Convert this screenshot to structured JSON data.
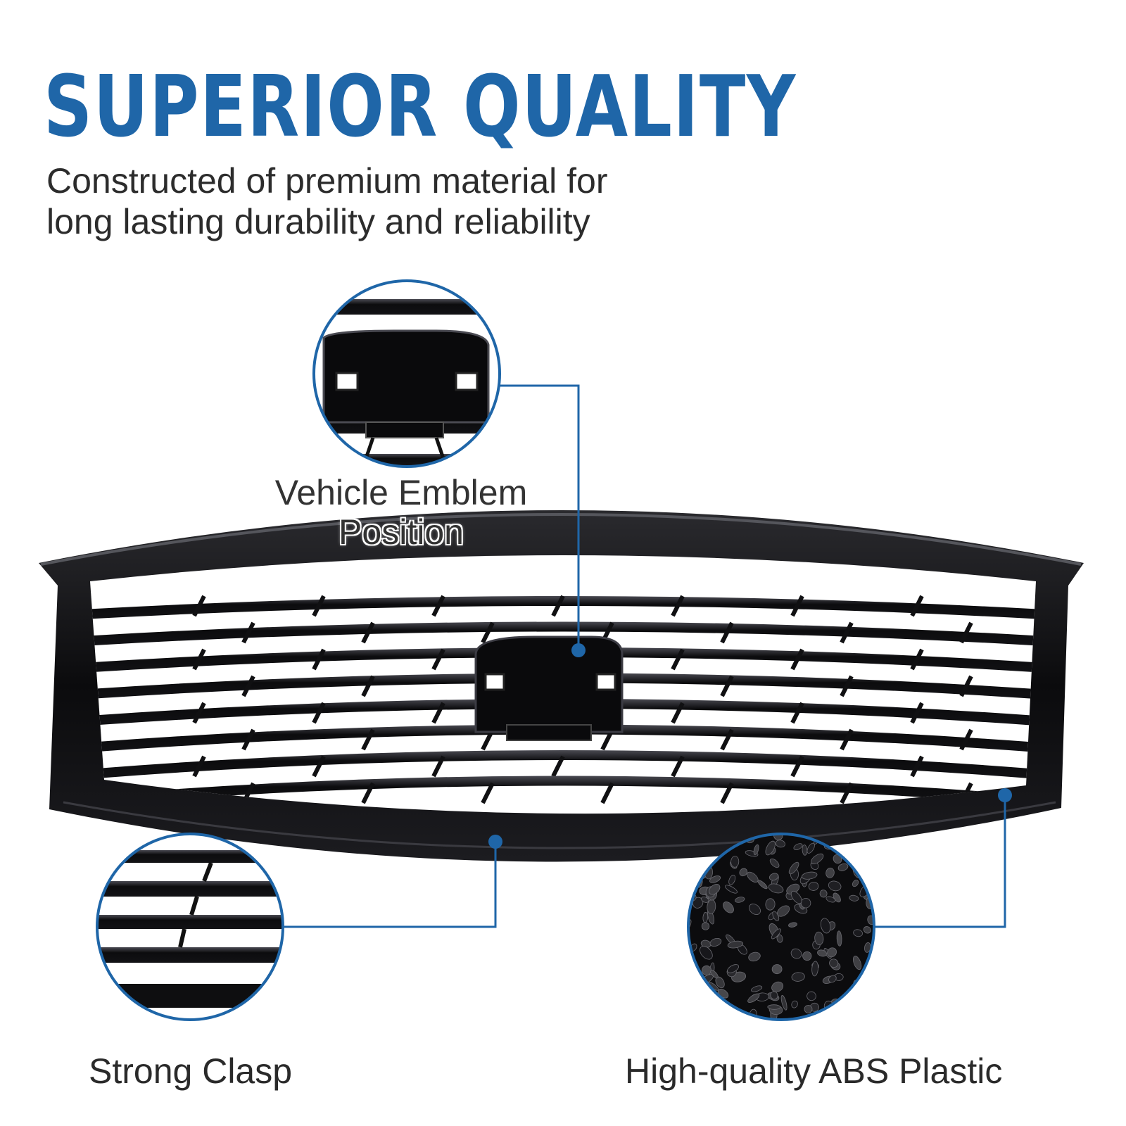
{
  "header": {
    "headline": "SUPERIOR QUALITY",
    "subtext_line1": "Constructed of premium material for",
    "subtext_line2": "long lasting durability and reliability"
  },
  "callouts": {
    "emblem_line1": "Vehicle Emblem",
    "emblem_line2": "Position",
    "clasp": "Strong Clasp",
    "material": "High-quality ABS Plastic"
  },
  "colors": {
    "accent": "#1f66a8",
    "text": "#2c2c2c",
    "grille": "#0d0d0f"
  }
}
